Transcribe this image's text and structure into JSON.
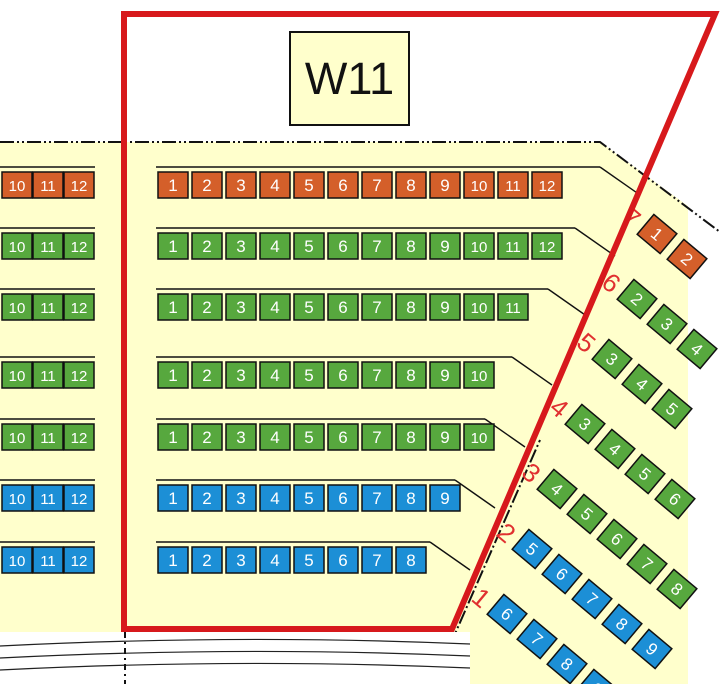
{
  "section": {
    "label": "W11"
  },
  "colors": {
    "orange": "#d45f2a",
    "green": "#57a83e",
    "blue": "#1c8fd6",
    "floor": "#ffffcc",
    "highlight": "#d7191c",
    "row_number": "#e03030"
  },
  "left_block": {
    "rows": [
      {
        "color": "orange",
        "seats": [
          "10",
          "11",
          "12"
        ]
      },
      {
        "color": "green",
        "seats": [
          "10",
          "11",
          "12"
        ]
      },
      {
        "color": "green",
        "seats": [
          "10",
          "11",
          "12"
        ]
      },
      {
        "color": "green",
        "seats": [
          "10",
          "11",
          "12"
        ]
      },
      {
        "color": "green",
        "seats": [
          "10",
          "11",
          "12"
        ]
      },
      {
        "color": "blue",
        "seats": [
          "10",
          "11",
          "12"
        ]
      },
      {
        "color": "blue",
        "seats": [
          "10",
          "11",
          "12"
        ]
      }
    ]
  },
  "center_block": {
    "rows": [
      {
        "color": "orange",
        "seats": [
          "1",
          "2",
          "3",
          "4",
          "5",
          "6",
          "7",
          "8",
          "9",
          "10",
          "11",
          "12"
        ]
      },
      {
        "color": "green",
        "seats": [
          "1",
          "2",
          "3",
          "4",
          "5",
          "6",
          "7",
          "8",
          "9",
          "10",
          "11",
          "12"
        ]
      },
      {
        "color": "green",
        "seats": [
          "1",
          "2",
          "3",
          "4",
          "5",
          "6",
          "7",
          "8",
          "9",
          "10",
          "11"
        ]
      },
      {
        "color": "green",
        "seats": [
          "1",
          "2",
          "3",
          "4",
          "5",
          "6",
          "7",
          "8",
          "9",
          "10"
        ]
      },
      {
        "color": "green",
        "seats": [
          "1",
          "2",
          "3",
          "4",
          "5",
          "6",
          "7",
          "8",
          "9",
          "10"
        ]
      },
      {
        "color": "blue",
        "seats": [
          "1",
          "2",
          "3",
          "4",
          "5",
          "6",
          "7",
          "8",
          "9"
        ]
      },
      {
        "color": "blue",
        "seats": [
          "1",
          "2",
          "3",
          "4",
          "5",
          "6",
          "7",
          "8"
        ]
      }
    ]
  },
  "right_block": {
    "rows": [
      {
        "row_number": "7",
        "color": "orange",
        "seats": [
          "1",
          "2"
        ]
      },
      {
        "row_number": "6",
        "color": "green",
        "seats": [
          "2",
          "3",
          "4"
        ]
      },
      {
        "row_number": "5",
        "color": "green",
        "seats": [
          "3",
          "4",
          "5"
        ]
      },
      {
        "row_number": "4",
        "color": "green",
        "seats": [
          "3",
          "4",
          "5",
          "6"
        ]
      },
      {
        "row_number": "3",
        "color": "green",
        "seats": [
          "4",
          "5",
          "6",
          "7",
          "8"
        ]
      },
      {
        "row_number": "2",
        "color": "blue",
        "seats": [
          "5",
          "6",
          "7",
          "8",
          "9"
        ]
      },
      {
        "row_number": "1",
        "color": "blue",
        "seats": [
          "6",
          "7",
          "8",
          "9"
        ]
      }
    ]
  }
}
